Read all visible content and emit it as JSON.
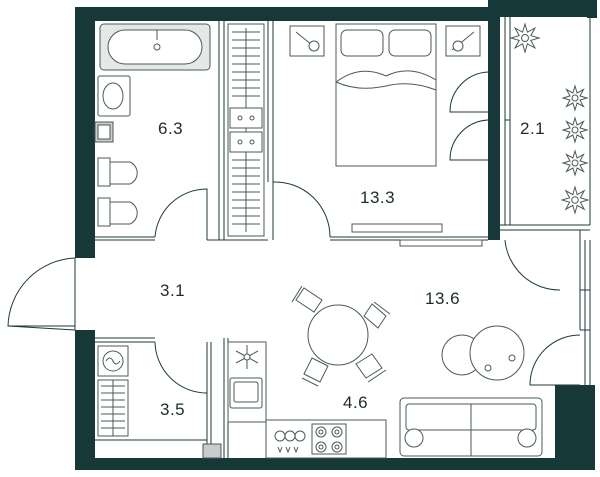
{
  "plan": {
    "wall_color": "#173838",
    "rooms": [
      {
        "id": "bathroom",
        "area": "6.3"
      },
      {
        "id": "bedroom",
        "area": "13.3"
      },
      {
        "id": "balcony",
        "area": "2.1"
      },
      {
        "id": "hallway",
        "area": "3.1"
      },
      {
        "id": "living-room",
        "area": "13.6"
      },
      {
        "id": "laundry",
        "area": "3.5"
      },
      {
        "id": "kitchen",
        "area": "4.6"
      }
    ]
  }
}
